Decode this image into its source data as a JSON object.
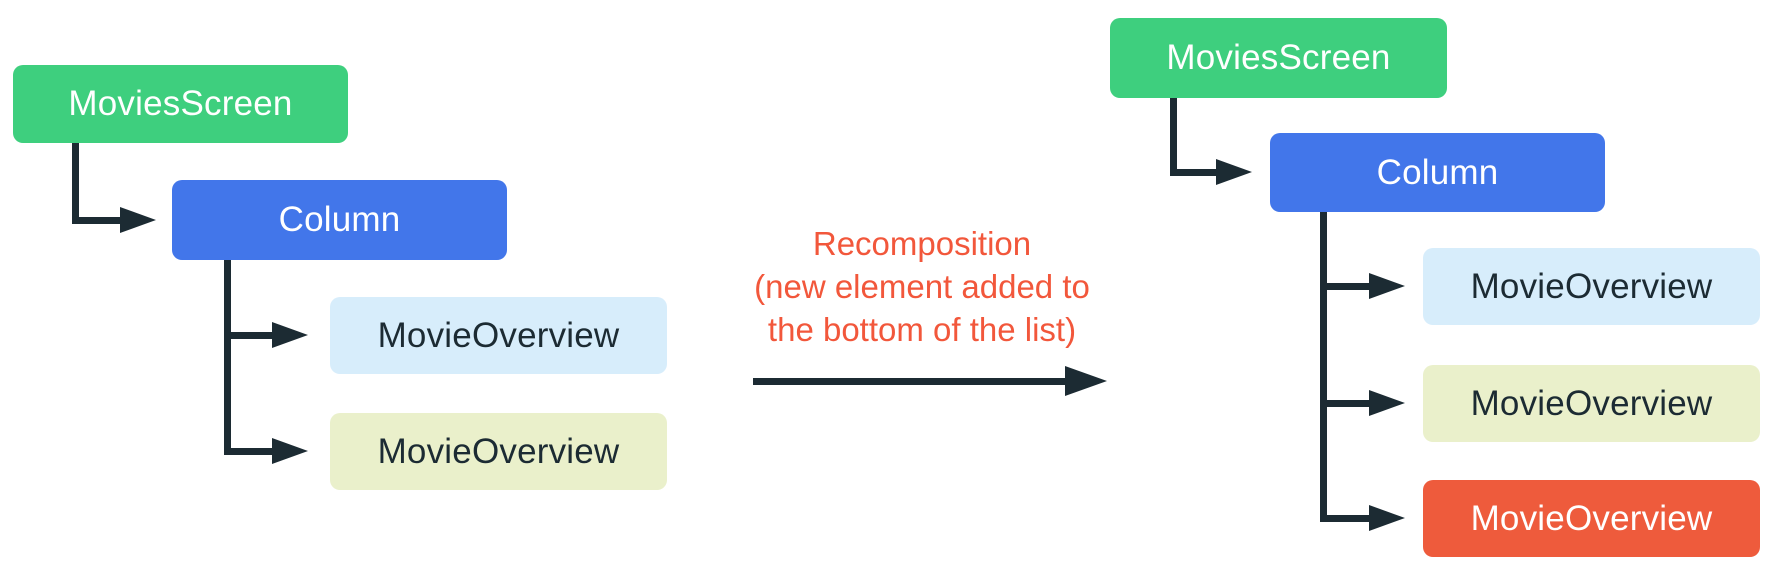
{
  "diagram": {
    "before_tree": {
      "nodes": [
        {
          "label": "MoviesScreen",
          "fill": "#3ECF7E",
          "text_color": "#FFFFFF"
        },
        {
          "label": "Column",
          "fill": "#4276EA",
          "text_color": "#FFFFFF"
        },
        {
          "label": "MovieOverview",
          "fill": "#D7EDFB",
          "text_color": "#1C2B33"
        },
        {
          "label": "MovieOverview",
          "fill": "#EAF0CB",
          "text_color": "#1C2B33"
        }
      ]
    },
    "after_tree": {
      "nodes": [
        {
          "label": "MoviesScreen",
          "fill": "#3ECF7E",
          "text_color": "#FFFFFF"
        },
        {
          "label": "Column",
          "fill": "#4276EA",
          "text_color": "#FFFFFF"
        },
        {
          "label": "MovieOverview",
          "fill": "#D7EDFB",
          "text_color": "#1C2B33"
        },
        {
          "label": "MovieOverview",
          "fill": "#EAF0CB",
          "text_color": "#1C2B33"
        },
        {
          "label": "MovieOverview",
          "fill": "#EE5B3C",
          "text_color": "#FFFFFF"
        }
      ]
    },
    "annotation": {
      "lines": [
        "Recomposition",
        "(new element added to",
        "the bottom of the list)"
      ],
      "color": "#F2573B"
    },
    "connector_color": "#1C2B33",
    "background": "#FFFFFF"
  }
}
